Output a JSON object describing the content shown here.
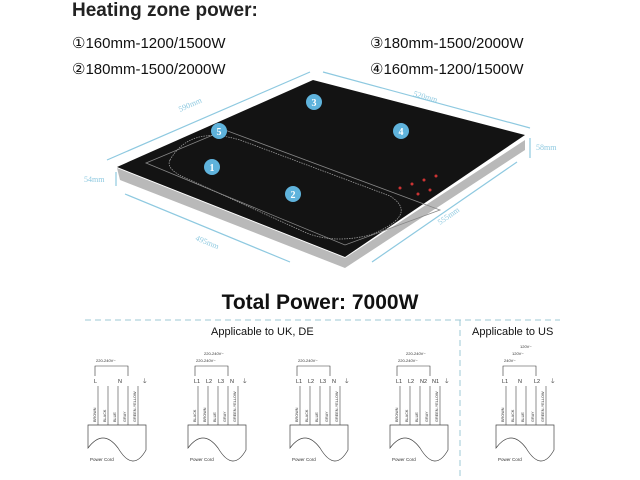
{
  "heading": "Heating zone power:",
  "zones": [
    {
      "label": "①160mm-1200/1500W"
    },
    {
      "label": "②180mm-1500/2000W"
    },
    {
      "label": "③180mm-1500/2000W"
    },
    {
      "label": "④160mm-1200/1500W"
    }
  ],
  "markers": [
    "1",
    "2",
    "3",
    "4",
    "5"
  ],
  "dimensions": {
    "width": "590mm",
    "depth": "520mm",
    "height_right": "58mm",
    "height_left": "54mm",
    "cutout_width": "495mm",
    "cutout_depth": "555mm"
  },
  "total_power": "Total Power: 7000W",
  "regions": {
    "eu": "Applicable to UK, DE",
    "us": "Applicable to US"
  },
  "diagrams": [
    {
      "voltage": [
        "220-240V~"
      ],
      "terminals": [
        "L",
        "N",
        "⏚"
      ],
      "wires": [
        "BROWN",
        "BLACK",
        "BLUE",
        "GRAY",
        "GREEN-YELLOW"
      ]
    },
    {
      "voltage": [
        "220-240V~",
        "220-240V~"
      ],
      "terminals": [
        "L1",
        "L2",
        "L3",
        "N",
        "⏚"
      ],
      "wires": [
        "BLACK",
        "BROWN",
        "BLUE",
        "GRAY",
        "GREEN-YELLOW"
      ]
    },
    {
      "voltage": [
        "220-240V~"
      ],
      "terminals": [
        "L1",
        "L2",
        "L3",
        "N",
        "⏚"
      ],
      "wires": [
        "BROWN",
        "BLACK",
        "BLUE",
        "GRAY",
        "GREEN-YELLOW"
      ]
    },
    {
      "voltage": [
        "220-240V~",
        "220-240V~"
      ],
      "terminals": [
        "L1",
        "L2",
        "N2",
        "N1",
        "⏚"
      ],
      "wires": [
        "BROWN",
        "BLACK",
        "BLUE",
        "GRAY",
        "GREEN-YELLOW"
      ]
    },
    {
      "voltage": [
        "240V~",
        "120V~",
        "120V~"
      ],
      "terminals": [
        "L1",
        "N",
        "L2",
        "⏚"
      ],
      "wires": [
        "BROWN",
        "BLACK",
        "BLUE",
        "GRAY",
        "GREEN-YELLOW"
      ]
    }
  ],
  "power_cord_label": "Power Cord",
  "colors": {
    "accent": "#8ec9e0",
    "marker": "#5fb3dc",
    "glass": "#111111"
  }
}
